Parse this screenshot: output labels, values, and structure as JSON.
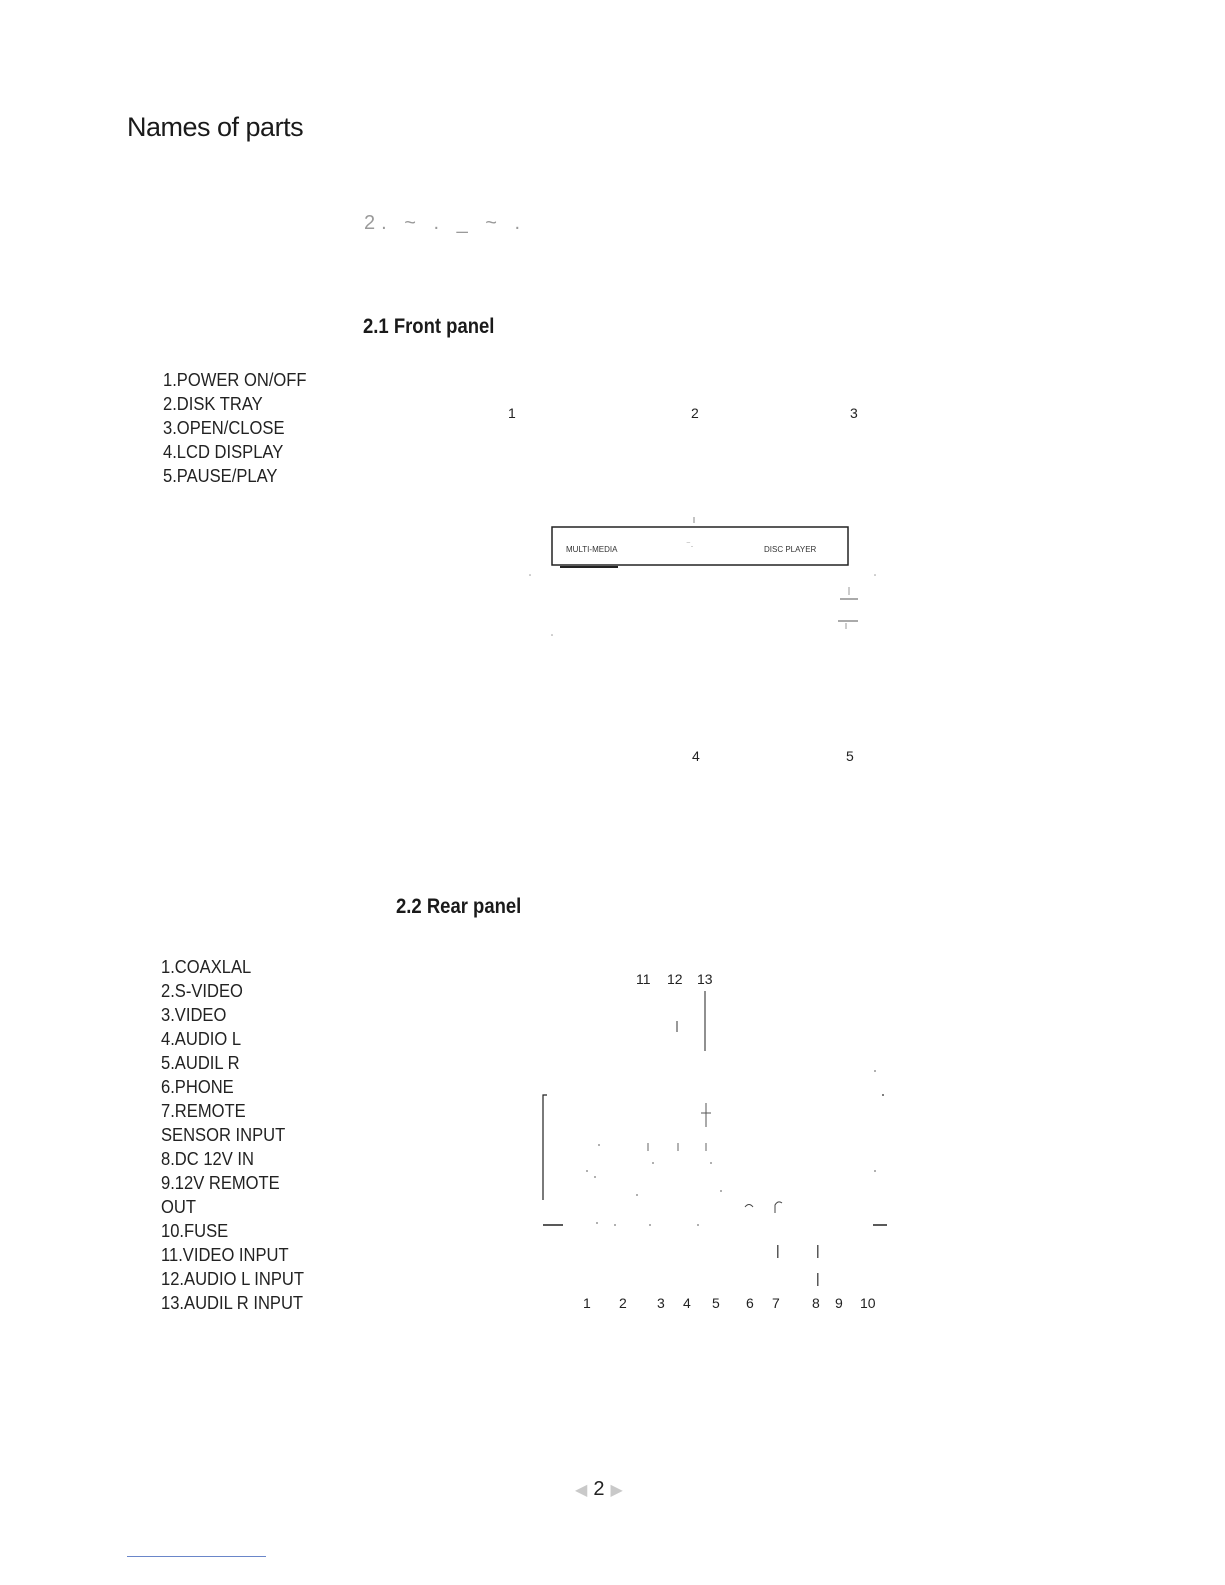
{
  "page_heading": "Names of parts",
  "section_faded": "2. ~ . _ ~ .",
  "front": {
    "title": "2.1 Front panel",
    "items": [
      "1.POWER  ON/OFF",
      "2.DISK TRAY",
      "3.OPEN/CLOSE",
      "4.LCD DISPLAY",
      "5.PAUSE/PLAY"
    ],
    "callouts": [
      "1",
      "2",
      "3",
      "4",
      "5"
    ],
    "display_left_text": "MULTI-MEDIA",
    "display_right_text": "DISC PLAYER"
  },
  "rear": {
    "title": "2.2 Rear panel",
    "items": [
      "1.COAXLAL",
      "2.S-VIDEO",
      "3.VIDEO",
      "4.AUDIO L",
      "5.AUDIL R",
      "6.PHONE",
      "7.REMOTE",
      "SENSOR INPUT",
      "8.DC 12V IN",
      "9.12V REMOTE",
      "OUT",
      "10.FUSE",
      "11.VIDEO INPUT",
      "12.AUDIO L INPUT",
      "13.AUDIL R INPUT"
    ],
    "top_callouts": [
      "11",
      "12",
      "13"
    ],
    "bottom_callouts": [
      "1",
      "2",
      "3",
      "4",
      "5",
      "6",
      "7",
      "8",
      "9",
      "10"
    ]
  },
  "page_number": "2"
}
